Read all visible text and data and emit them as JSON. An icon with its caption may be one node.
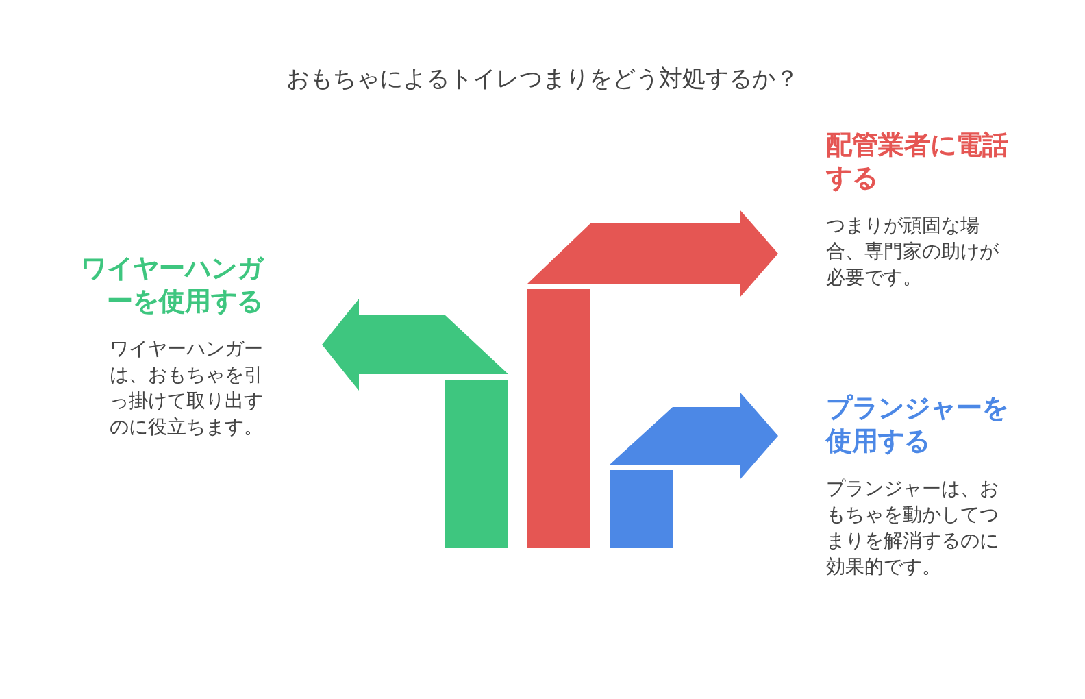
{
  "diagram": {
    "title": "おもちゃによるトイレつまりをどう対処するか？",
    "nodes": [
      {
        "text": [],
        "shape": "bar"
      },
      {
        "text": [],
        "shape": "arrow",
        "beside": [
          "ワイヤーハンガーを使用する",
          "ワイヤーハンガーは、おもちゃを引っ掛けて取り出すのに役立ちます。"
        ]
      },
      {
        "text": [],
        "shape": "bar"
      },
      {
        "text": [],
        "shape": "arrow",
        "beside": [
          "配管業者に電話する",
          "つまりが頑固な場合、専門家の助けが必要です。"
        ]
      },
      {
        "text": [],
        "shape": "bar"
      },
      {
        "text": [],
        "shape": "arrow",
        "beside": [
          "プランジャーを使用する",
          "プランジャーは、おもちゃを動かしてつまりを解消するのに効果的です。"
        ]
      }
    ]
  }
}
